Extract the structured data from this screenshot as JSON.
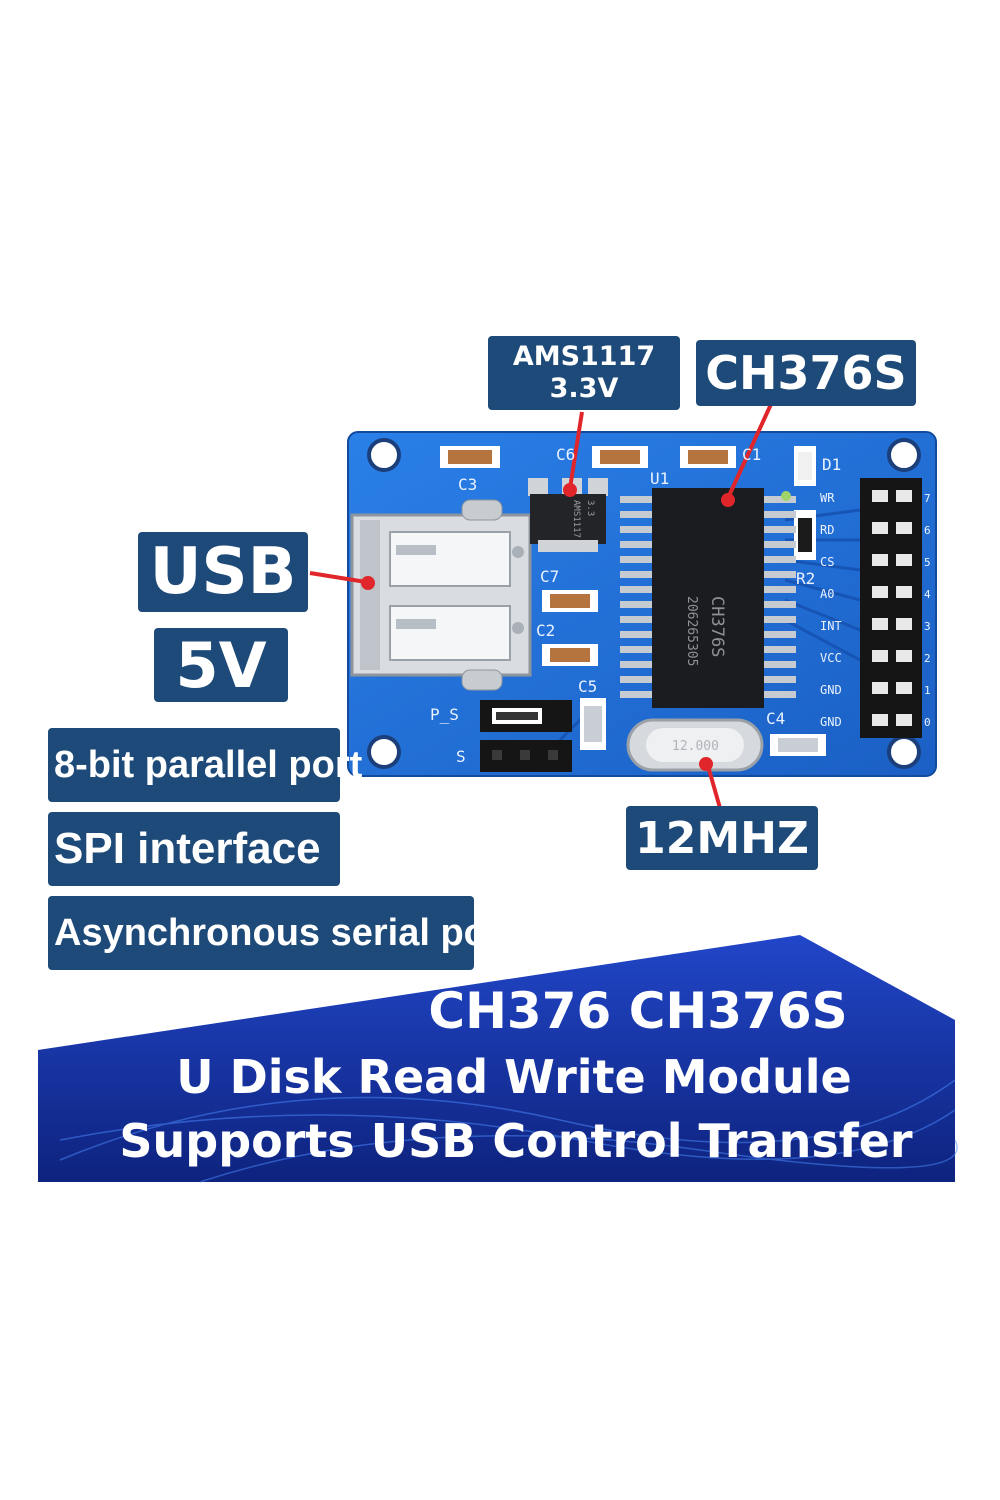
{
  "callouts": {
    "regulator": [
      "AMS1117",
      "3.3V"
    ],
    "chip": "CH376S",
    "usb": "USB",
    "voltage": "5V",
    "crystal": "12MHZ"
  },
  "features": [
    "8-bit parallel port",
    "SPI interface",
    "Asynchronous serial port"
  ],
  "banner": {
    "line1": "CH376 CH376S",
    "line2": "U Disk Read Write Module",
    "line3": "Supports USB Control Transfer"
  },
  "board": {
    "silkscreen": {
      "c3": "C3",
      "c6": "C6",
      "u1": "U1",
      "c1": "C1",
      "d1": "D1",
      "c7": "C7",
      "c2": "C2",
      "c5": "C5",
      "c4": "C4",
      "r2": "R2",
      "p_s": "P_S",
      "s": "S"
    },
    "pins": [
      "WR",
      "RD",
      "CS",
      "A0",
      "INT",
      "VCC",
      "GND",
      "GND"
    ],
    "header_numbers": [
      "7",
      "6",
      "5",
      "4",
      "3",
      "2",
      "1",
      "0"
    ],
    "chip_marking": [
      "CH376S",
      "206265305"
    ],
    "regulator_marking": [
      "AMS1117",
      "3.3"
    ],
    "crystal_marking": "12.000"
  },
  "colors": {
    "tag_bg": "#1d4a78",
    "pcb": "#1f6fd6",
    "pcb_dark": "#15479a",
    "callout_line": "#e0262a",
    "banner": "#1736a8"
  }
}
